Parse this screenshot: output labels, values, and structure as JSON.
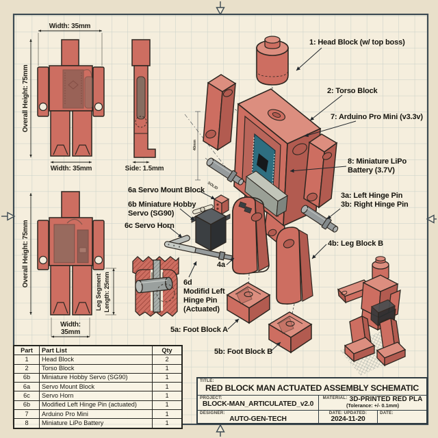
{
  "colors": {
    "paper": "#f5eedd",
    "margin": "#e9e0ca",
    "frame": "#3c4a52",
    "ink": "#2c2620",
    "red": "#cd6e61",
    "red_light": "#dc8e7f",
    "red_dark": "#b25b50",
    "hatch_red": "#8f3a30",
    "pcb_teal": "#2e6e80",
    "servo_gray": "#3b3f42",
    "metal_gray": "#979c9b",
    "battery_gray": "#a9ad9f",
    "grid_line": "#c7cfc7"
  },
  "views": {
    "front": {
      "width_top": "Width: 35mm",
      "height": "Overall Height: 75mm",
      "width_bottom": "Width: 35mm"
    },
    "side": {
      "thickness": "Side: 1.5mm"
    },
    "front_lower": {
      "height": "Overall Height: 75mm",
      "leg_l1": "Leg Segment",
      "leg_l2": "Length: 25mm",
      "width_l1": "Width:",
      "width_l2": "35mm"
    }
  },
  "exploded": {
    "head": "1: Head Block (w/ top boss)",
    "torso": "2: Torso Block",
    "arduino": "7: Arduino Pro Mini (v3.3v)",
    "battery": "8: Miniature LiPo\nBattery (3.7V)",
    "hinge_pins": "3a: Left Hinge Pin\n3b: Right Hinge Pin",
    "leg_b": "4b: Leg Block B",
    "leg_a": "4a",
    "servo_mount": "6a Servo Mount Block",
    "servo": "6b Miniature Hobby\nServo (SG90)",
    "servo_horn": "6c Servo Horn",
    "mod_pin": "6d\nModifid Left\nHinge Pin\n(Actuated)",
    "foot_a": "5a: Foot Block A",
    "foot_b": "5b: Foot Block B",
    "dim_40": "40mm",
    "solid": "SOLID"
  },
  "parts_table": {
    "headers": [
      "Part",
      "Part List",
      "Qty"
    ],
    "rows": [
      [
        "1",
        "Head Block",
        "2"
      ],
      [
        "2",
        "Torso Block",
        "1"
      ],
      [
        "6b",
        "Miniature Hobby Servo (SG90)",
        "1"
      ],
      [
        "6a",
        "Servo Mount Block",
        "1"
      ],
      [
        "6c",
        "Servo Horn",
        "1"
      ],
      [
        "6b",
        "Modified Left Hinge Pin (actuated)",
        "1"
      ],
      [
        "7",
        "Arduino Pro Mini",
        "1"
      ],
      [
        "8",
        "Miniature LiPo Battery",
        "1"
      ]
    ]
  },
  "title_block": {
    "title_label": "TITLE:",
    "title": "RED BLOCK MAN ACTUATED ASSEMBLY SCHEMATIC",
    "project_label": "PROJECT:",
    "project": "BLOCK-MAN_ARTICULATED_v2.0",
    "material_label": "MATERIAL:",
    "material": "3D-PRINTED RED PLA",
    "tolerance": "(Tolerance: +/- 0.1mm)",
    "designer_label": "DESIGNER:",
    "designer": "AUTO-GEN-TECH",
    "date_updated_label": "DATE: UPDATED:",
    "date_updated": "2024-11-20",
    "date_label": "DATE:"
  }
}
